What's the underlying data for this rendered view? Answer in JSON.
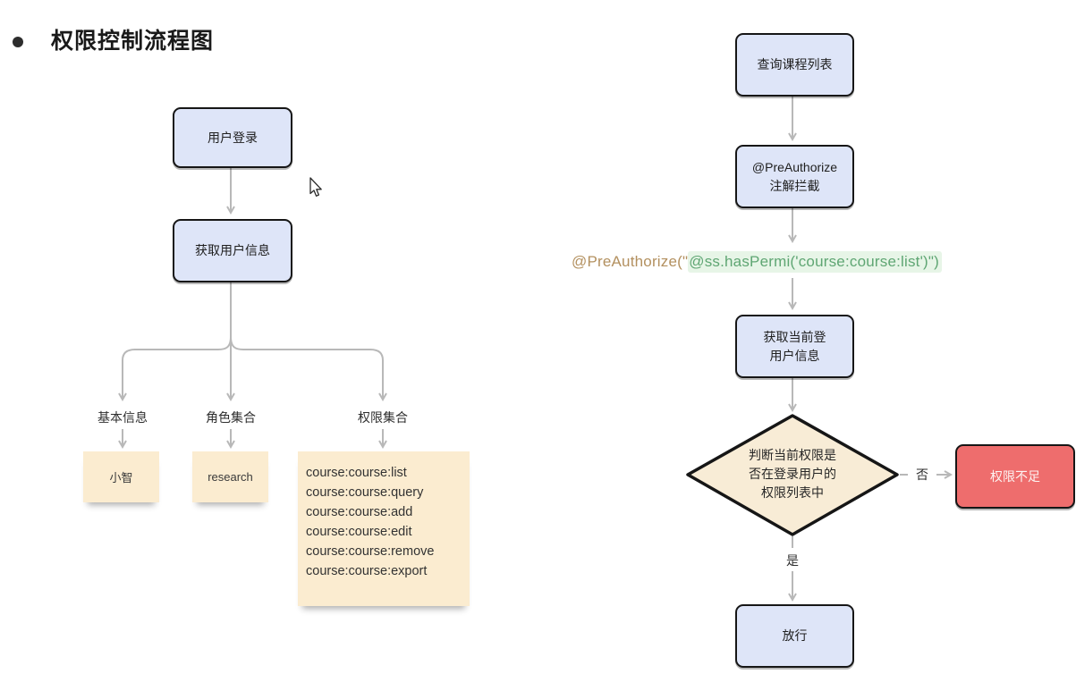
{
  "title": {
    "text": "权限控制流程图"
  },
  "left_flow": {
    "user_login": "用户登录",
    "get_user_info": "获取用户信息",
    "branches": [
      {
        "label": "基本信息",
        "note": "小智"
      },
      {
        "label": "角色集合",
        "note": "research"
      },
      {
        "label": "权限集合",
        "note_lines": [
          "course:course:list",
          "course:course:query",
          "course:course:add",
          "course:course:edit",
          "course:course:remove",
          "course:course:export"
        ]
      }
    ]
  },
  "right_flow": {
    "query_course_list": "查询课程列表",
    "annotation_intercept": {
      "line1": "@PreAuthorize",
      "line2": "注解拦截"
    },
    "code": {
      "prefix": "@PreAuthorize(\"",
      "highlighted": "@ss.hasPermi('course:course:list')\")"
    },
    "get_current_login": {
      "line1": "获取当前登",
      "line2": "用户信息"
    },
    "decision": {
      "line1": "判断当前权限是",
      "line2": "否在登录用户的",
      "line3": "权限列表中"
    },
    "no_label": "否",
    "yes_label": "是",
    "permission_denied": "权限不足",
    "allow": "放行"
  },
  "colors": {
    "node_fill": "#dee5f8",
    "node_border": "#161616",
    "sticky_fill": "#fbecd0",
    "diamond_fill": "#f8ecd6",
    "denied_fill": "#ee6d6d",
    "connector": "#b8b8b8",
    "code_prefix": "#b3905f",
    "code_green": "#5fa673",
    "code_highlight_bg": "#e7f5e7"
  }
}
